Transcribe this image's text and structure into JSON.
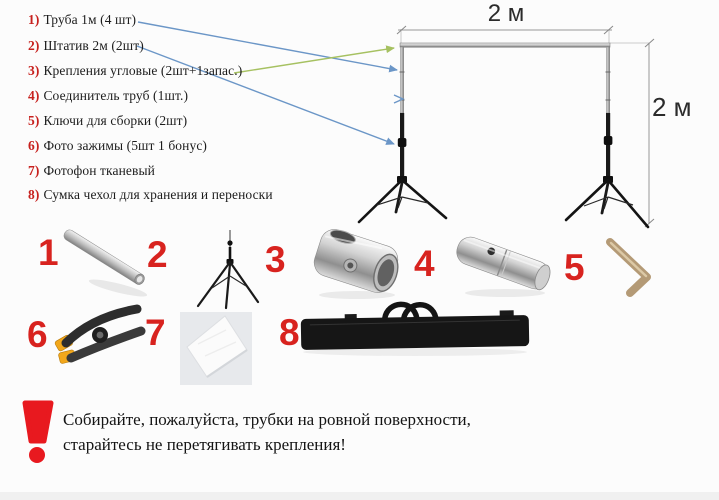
{
  "parts_list": {
    "items": [
      {
        "num": "1)",
        "label": "Труба 1м (4 шт)"
      },
      {
        "num": "2)",
        "label": "Штатив 2м (2шт)"
      },
      {
        "num": "3)",
        "label": "Крепления угловые (2шт+1запас.)"
      },
      {
        "num": "4)",
        "label": "Соединитель труб (1шт.)"
      },
      {
        "num": "5)",
        "label": "Ключи для сборки (2шт)"
      },
      {
        "num": "6)",
        "label": "Фото зажимы (5шт 1 бонус)"
      },
      {
        "num": "7)",
        "label": "Фотофон тканевый"
      },
      {
        "num": "8)",
        "label": "Сумка чехол для хранения и переноски"
      }
    ]
  },
  "diagram": {
    "width_label": "2 м",
    "height_label": "2 м"
  },
  "product_labels": [
    "1",
    "2",
    "3",
    "4",
    "5",
    "6",
    "7",
    "8"
  ],
  "warning": {
    "line1": "Собирайте, пожалуйста, трубки на ровной поверхности,",
    "line2": "старайтесь не перетягивать крепления!"
  },
  "colors": {
    "list_number_red": "#c7211e",
    "product_number_red": "#d8231f",
    "warning_red": "#e8191f",
    "arrow_blue": "#6b96c7",
    "arrow_green": "#a6c161"
  }
}
